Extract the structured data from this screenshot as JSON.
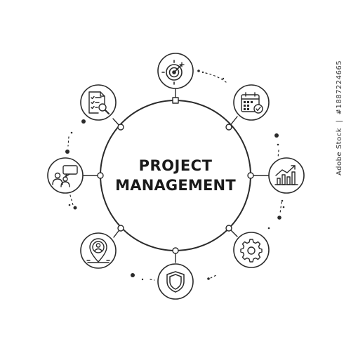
{
  "title": {
    "line1": "PROJECT",
    "line2": "MANAGEMENT"
  },
  "side_caption": {
    "brand": "Adobe Stock",
    "id": "#1887224665"
  },
  "colors": {
    "stroke": "#2a2a2a",
    "background": "#ffffff"
  },
  "icons": [
    "target-icon",
    "calendar-check-icon",
    "growth-chart-icon",
    "gear-icon",
    "shield-icon",
    "location-person-icon",
    "team-chat-icon",
    "checklist-search-icon"
  ]
}
